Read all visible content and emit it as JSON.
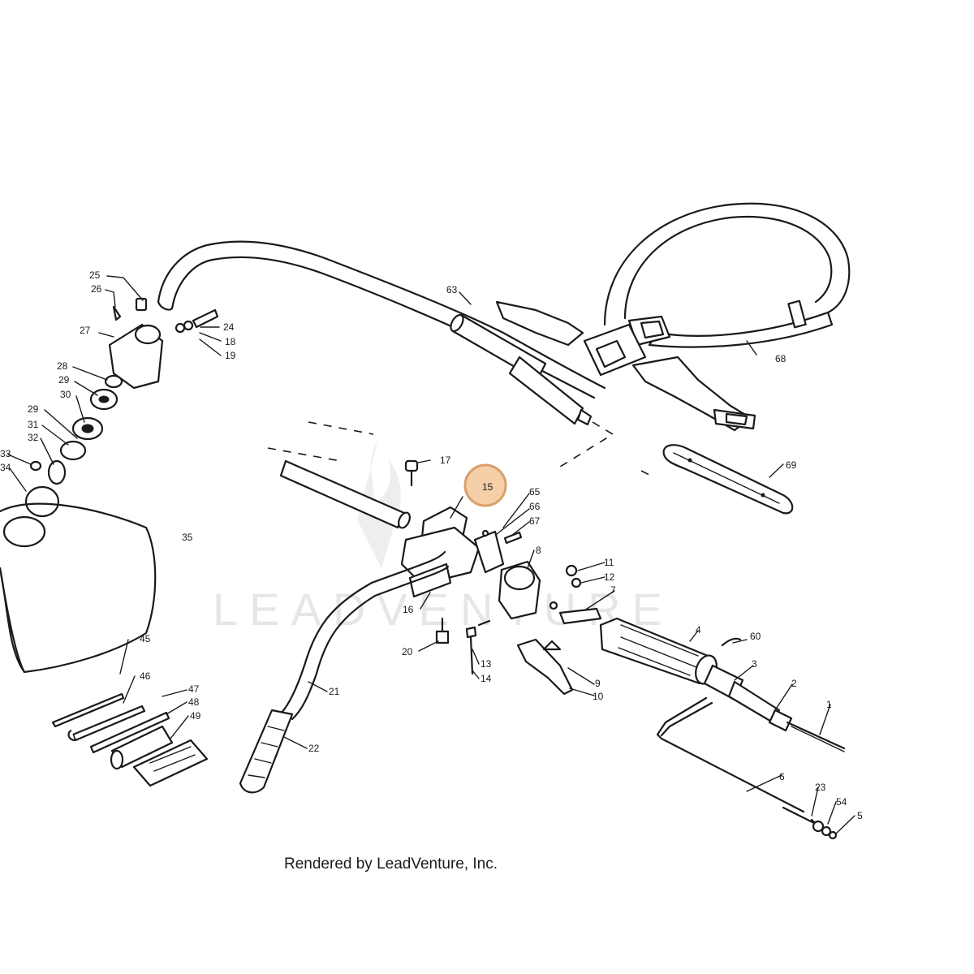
{
  "watermark": "LEADVENTURE",
  "footer": "Rendered by LeadVenture, Inc.",
  "highlight": {
    "part": "15",
    "fill": "#f5cfa7",
    "stroke": "#d9a06a"
  },
  "callouts": {
    "c1": "1",
    "c2": "2",
    "c3": "3",
    "c4": "4",
    "c5": "5",
    "c6": "6",
    "c7": "7",
    "c8": "8",
    "c9": "9",
    "c10": "10",
    "c11": "11",
    "c12": "12",
    "c13": "13",
    "c14": "14",
    "c15": "15",
    "c16": "16",
    "c17": "17",
    "c18": "18",
    "c19": "19",
    "c20": "20",
    "c21": "21",
    "c22": "22",
    "c23": "23",
    "c24": "24",
    "c25": "25",
    "c26": "26",
    "c27": "27",
    "c28": "28",
    "c29a": "29",
    "c29b": "29",
    "c30": "30",
    "c31": "31",
    "c32": "32",
    "c33": "33",
    "c34": "34",
    "c35": "35",
    "c45": "45",
    "c46": "46",
    "c47": "47",
    "c48": "48",
    "c49": "49",
    "c54": "54",
    "c60": "60",
    "c63": "63",
    "c65": "65",
    "c66": "66",
    "c67": "67",
    "c68": "68",
    "c69": "69"
  }
}
